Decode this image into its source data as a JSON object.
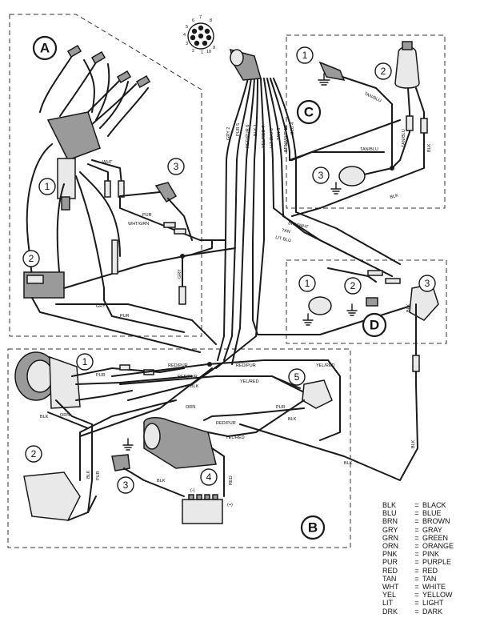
{
  "sections": {
    "A": "A",
    "B": "B",
    "C": "C",
    "D": "D"
  },
  "numbers": {
    "a1": "1",
    "a2": "2",
    "a3": "3",
    "b1": "1",
    "b2": "2",
    "b3": "3",
    "b4": "4",
    "b5": "5",
    "c1": "1",
    "c2": "2",
    "c3": "3",
    "d1": "1",
    "d2": "2",
    "d3": "3"
  },
  "connector_pins": [
    "7",
    "6",
    "5",
    "4",
    "3",
    "2",
    "1",
    "10",
    "9",
    "8"
  ],
  "wire_labels": {
    "harness": [
      "GRY 2",
      "PUR 5",
      "RED/PUR 6",
      "BLK 1",
      "YEL/RED 7",
      "LIT BLU 8",
      "TAN 3",
      "BRN/WHT 10",
      "BLU 4"
    ],
    "a": [
      "WHT",
      "PUR",
      "WHT/GRN",
      "GRY",
      "GRY",
      "PUR"
    ],
    "c": [
      "TAN/BLU",
      "TAN/BLU",
      "TAN/BLU",
      "BLK",
      "BLK"
    ],
    "d": [
      "BRN/WHT",
      "TAN",
      "LIT BLU",
      "BLK"
    ],
    "b": [
      "PUR",
      "BLK",
      "ORN",
      "BLK",
      "RED/PUR",
      "PUR",
      "RED/PUR",
      "BLK",
      "RED/PUR",
      "YEL/RED",
      "YEL/RED",
      "ORN",
      "RED/PUR",
      "YEL/RED",
      "BLK",
      "PUR",
      "BLK",
      "BLK",
      "RED",
      "BLK"
    ],
    "battery_neg": "(-)",
    "battery_pos": "(+)"
  },
  "legend": [
    {
      "code": "BLK",
      "color": "BLACK"
    },
    {
      "code": "BLU",
      "color": "BLUE"
    },
    {
      "code": "BRN",
      "color": "BROWN"
    },
    {
      "code": "GRY",
      "color": "GRAY"
    },
    {
      "code": "GRN",
      "color": "GREEN"
    },
    {
      "code": "ORN",
      "color": "ORANGE"
    },
    {
      "code": "PNK",
      "color": "PINK"
    },
    {
      "code": "PUR",
      "color": "PURPLE"
    },
    {
      "code": "RED",
      "color": "RED"
    },
    {
      "code": "TAN",
      "color": "TAN"
    },
    {
      "code": "WHT",
      "color": "WHITE"
    },
    {
      "code": "YEL",
      "color": "YELLOW"
    },
    {
      "code": "LIT",
      "color": "LIGHT"
    },
    {
      "code": "DRK",
      "color": "DARK"
    }
  ],
  "legend_separator": "="
}
